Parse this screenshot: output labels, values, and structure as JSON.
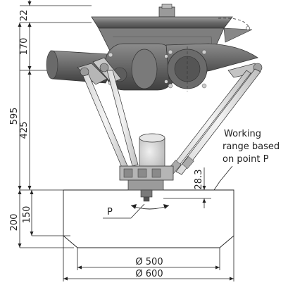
{
  "dimensions": {
    "top_offset": "22",
    "base_height": "170",
    "total_height": "595",
    "arm_height": "425",
    "tool_offset": "28.3",
    "range_outer_height": "200",
    "range_inner_height": "150",
    "inner_diameter": "Ø 500",
    "outer_diameter": "Ø 600"
  },
  "annotations": {
    "working_range_line1": "Working",
    "working_range_line2": "range based",
    "working_range_line3": "on point P",
    "point_label": "P"
  },
  "colors": {
    "motor_dark": "#5e5e5e",
    "motor_mid": "#8a8a8a",
    "motor_light": "#b8b8b8",
    "line": "#222222"
  }
}
